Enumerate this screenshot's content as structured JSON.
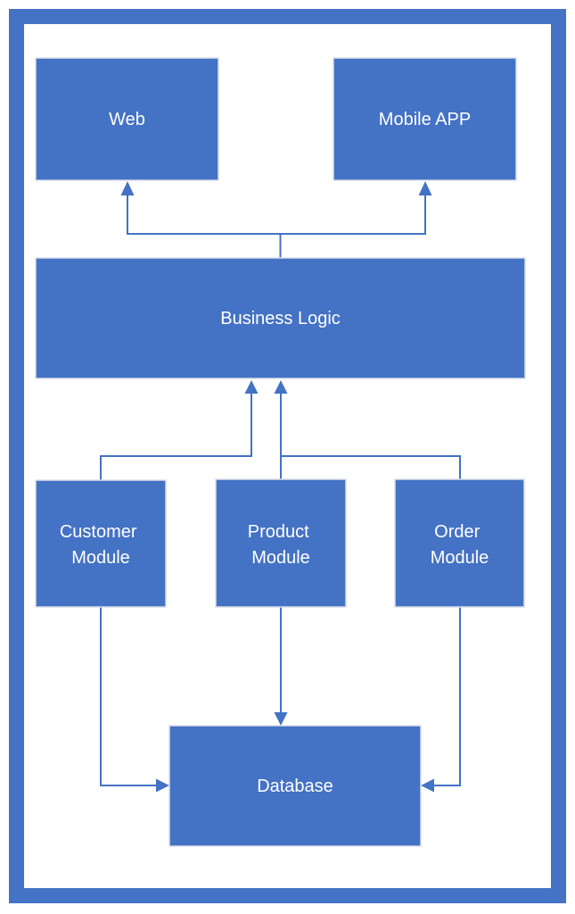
{
  "diagram": {
    "type": "architecture-flowchart",
    "colors": {
      "node_fill": "#4472C4",
      "node_border": "#D9DDE8",
      "connector": "#4472C4",
      "frame": "#4472C4",
      "label_text": "#FFFFFF",
      "background": "#FFFFFF"
    },
    "nodes": {
      "web": {
        "label": "Web"
      },
      "mobile_app": {
        "label": "Mobile APP"
      },
      "business_logic": {
        "label": "Business Logic"
      },
      "customer_module": {
        "label": "Customer Module",
        "line1": "Customer",
        "line2": "Module"
      },
      "product_module": {
        "label": "Product Module",
        "line1": "Product",
        "line2": "Module"
      },
      "order_module": {
        "label": "Order Module",
        "line1": "Order",
        "line2": "Module"
      },
      "database": {
        "label": "Database"
      }
    },
    "edges": [
      {
        "from": "Business Logic",
        "to": "Web"
      },
      {
        "from": "Business Logic",
        "to": "Mobile APP"
      },
      {
        "from": "Customer Module",
        "to": "Business Logic"
      },
      {
        "from": "Product Module",
        "to": "Business Logic"
      },
      {
        "from": "Order Module",
        "to": "Business Logic"
      },
      {
        "from": "Customer Module",
        "to": "Database"
      },
      {
        "from": "Product Module",
        "to": "Database"
      },
      {
        "from": "Order Module",
        "to": "Database"
      }
    ]
  }
}
